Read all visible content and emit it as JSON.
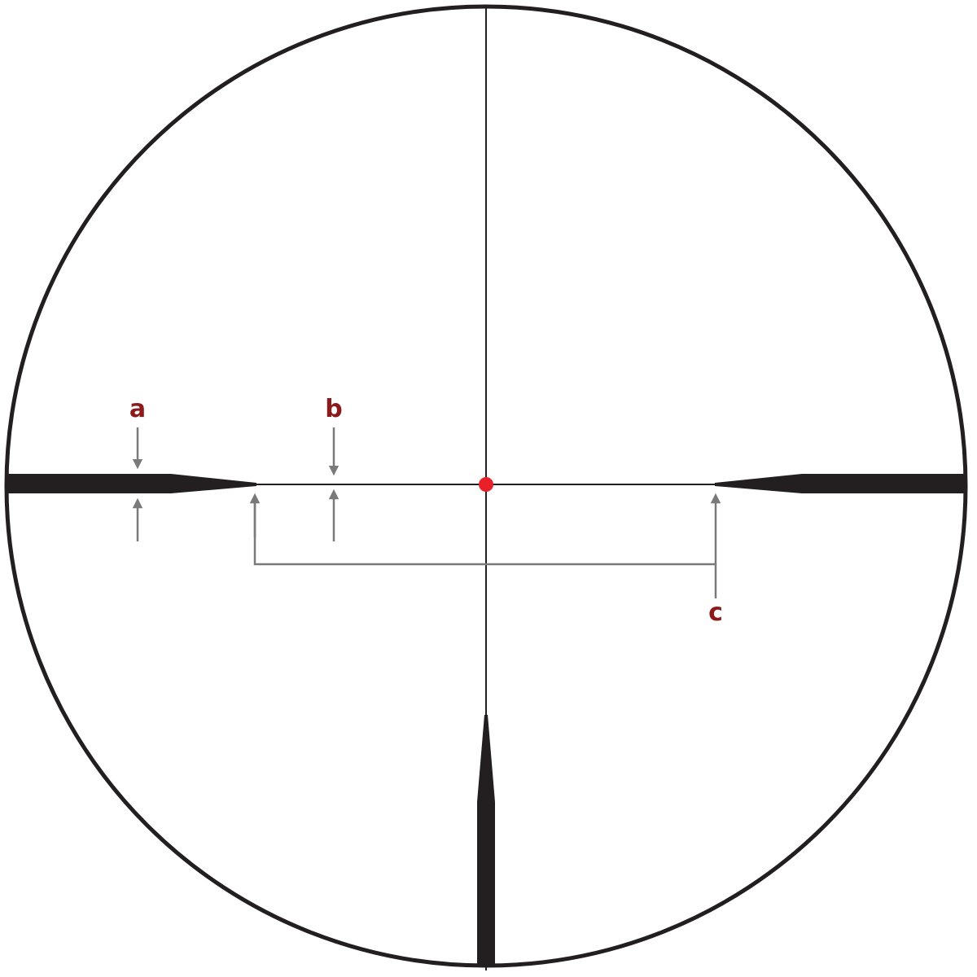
{
  "colors": {
    "background": "#ffffff",
    "reticle": "#231f20",
    "annotation": "#7a7a7a",
    "label": "#8b1a1a",
    "center_dot": "#e8202a"
  },
  "labels": {
    "a": "a",
    "b": "b",
    "c": "c"
  },
  "icons": {
    "center_dot": "red-dot-icon",
    "arrows": "arrow-icon"
  }
}
